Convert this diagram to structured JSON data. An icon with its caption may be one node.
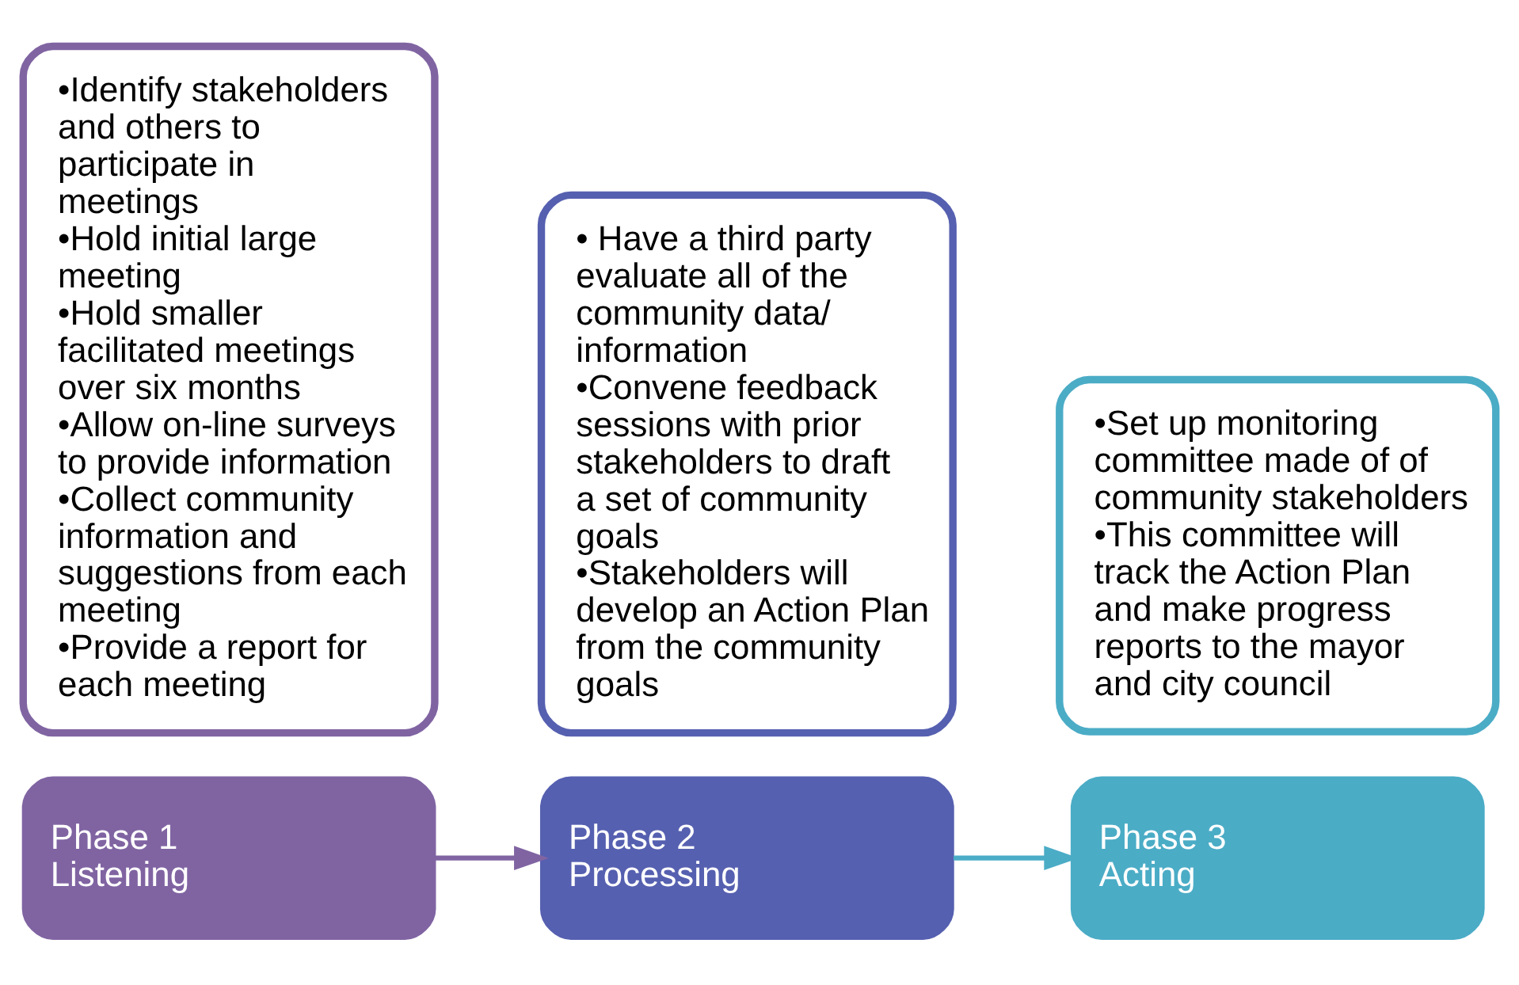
{
  "diagram": {
    "nodes": [
      {
        "text": [
          "Phase 1",
          "Listening"
        ]
      },
      {
        "text": [
          "•Identify stakeholders and others to participate in meetings",
          "•Hold initial large meeting",
          "•Hold smaller facilitated meetings over six months",
          "•Allow on-line surveys to provide information",
          "•Collect community information and suggestions from each meeting",
          "•Provide a report for each meeting"
        ]
      },
      {
        "text": [
          "Phase 2",
          "Processing"
        ]
      },
      {
        "text": [
          "• Have a third party evaluate all of the community data/ information",
          "•Convene feedback sessions with prior stakeholders to draft a set of community goals",
          "•Stakeholders will develop an Action Plan from the community goals"
        ]
      },
      {
        "text": [
          "Phase 3",
          "Acting"
        ]
      },
      {
        "text": [
          "•Set up monitoring committee made of of community stakeholders",
          "•This committee will track the Action Plan and make progress reports to the mayor and city council"
        ]
      }
    ],
    "edges": [
      {
        "from": 0,
        "to": 2,
        "arrow": "to",
        "color": "#8064a2"
      },
      {
        "from": 2,
        "to": 4,
        "arrow": "to",
        "color": "#4bacc6"
      }
    ]
  }
}
